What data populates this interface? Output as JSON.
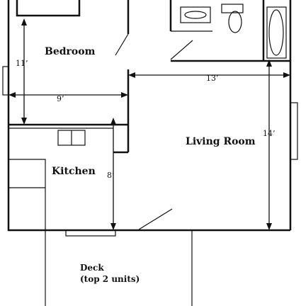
{
  "rooms": {
    "bedroom": "Bedroom",
    "living_room": "Living Room",
    "kitchen": "Kitchen"
  },
  "dimensions": {
    "bedroom_height": "11’",
    "bedroom_width": "9’",
    "living_width": "13’",
    "living_height": "14’",
    "kitchen_height": "8’"
  },
  "deck": {
    "label": "Deck",
    "note": "(top 2 units)"
  }
}
